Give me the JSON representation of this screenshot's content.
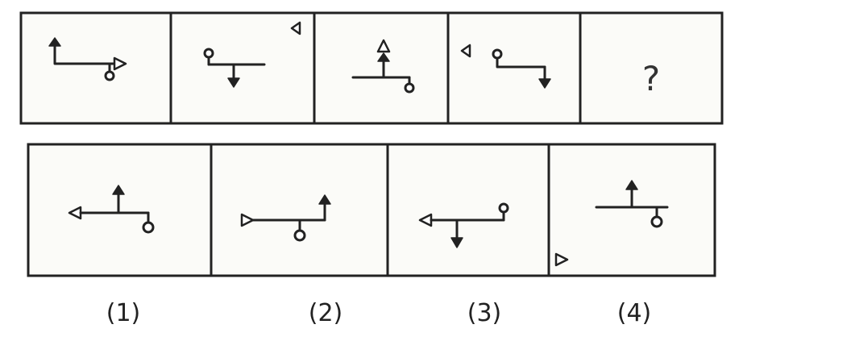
{
  "question_series": {
    "missing_mark": "?"
  },
  "answer_options": [
    {
      "label": "(1)"
    },
    {
      "label": "(2)"
    },
    {
      "label": "(3)"
    },
    {
      "label": "(4)"
    }
  ]
}
